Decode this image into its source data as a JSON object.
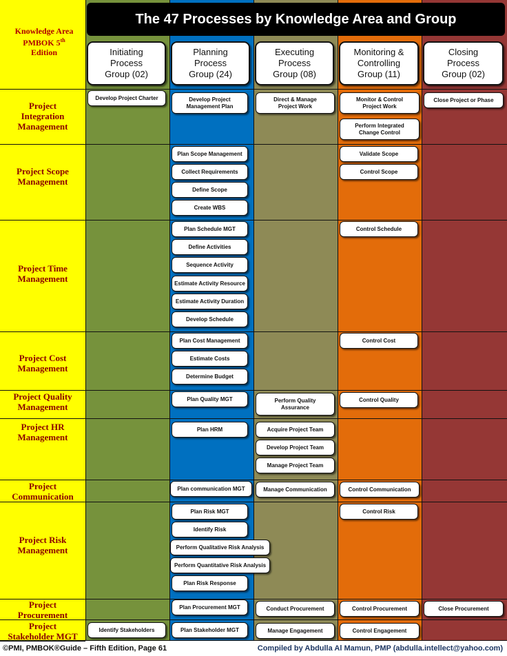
{
  "title": "The 47 Processes by Knowledge Area and Group",
  "corner": {
    "line1": "Knowledge Area",
    "line2": "PMBOK 5",
    "sup": "th",
    "line3": "Edition"
  },
  "colors": {
    "ka_bg": "#ffff00",
    "initiating": "#76923c",
    "planning": "#0070c0",
    "executing": "#8e8a56",
    "monitoring": "#e36c0a",
    "closing": "#953735"
  },
  "groups": [
    {
      "label": "Initiating\nProcess\nGroup (02)"
    },
    {
      "label": "Planning\nProcess\nGroup (24)"
    },
    {
      "label": "Executing\nProcess\nGroup (08)"
    },
    {
      "label": "Monitoring &\nControlling\nGroup (11)"
    },
    {
      "label": "Closing\nProcess\nGroup (02)"
    }
  ],
  "areas": [
    {
      "label": "Project\nIntegration\nManagement"
    },
    {
      "label": "Project Scope\nManagement"
    },
    {
      "label": "Project Time\nManagement"
    },
    {
      "label": "Project Cost\nManagement"
    },
    {
      "label": "Project Quality\nManagement"
    },
    {
      "label": "Project HR\nManagement"
    },
    {
      "label": "Project\nCommunication"
    },
    {
      "label": "Project Risk\nManagement"
    },
    {
      "label": "Project\nProcurement"
    },
    {
      "label": "Project\nStakeholder MGT"
    }
  ],
  "processes": [
    {
      "label": "Develop Project Charter",
      "group": "Initiating",
      "area": "Integration"
    },
    {
      "label": "Develop Project\nManagement Plan",
      "group": "Planning",
      "area": "Integration"
    },
    {
      "label": "Direct & Manage\nProject Work",
      "group": "Executing",
      "area": "Integration"
    },
    {
      "label": "Monitor & Control\nProject Work",
      "group": "Monitoring & Controlling",
      "area": "Integration"
    },
    {
      "label": "Perform Integrated\nChange Control",
      "group": "Monitoring & Controlling",
      "area": "Integration"
    },
    {
      "label": "Close Project or Phase",
      "group": "Closing",
      "area": "Integration"
    },
    {
      "label": "Plan Scope Management",
      "group": "Planning",
      "area": "Scope"
    },
    {
      "label": "Collect Requirements",
      "group": "Planning",
      "area": "Scope"
    },
    {
      "label": "Define Scope",
      "group": "Planning",
      "area": "Scope"
    },
    {
      "label": "Create WBS",
      "group": "Planning",
      "area": "Scope"
    },
    {
      "label": "Validate Scope",
      "group": "Monitoring & Controlling",
      "area": "Scope"
    },
    {
      "label": "Control Scope",
      "group": "Monitoring & Controlling",
      "area": "Scope"
    },
    {
      "label": "Plan Schedule MGT",
      "group": "Planning",
      "area": "Time"
    },
    {
      "label": "Define Activities",
      "group": "Planning",
      "area": "Time"
    },
    {
      "label": "Sequence Activity",
      "group": "Planning",
      "area": "Time"
    },
    {
      "label": "Estimate Activity Resource",
      "group": "Planning",
      "area": "Time"
    },
    {
      "label": "Estimate Activity Duration",
      "group": "Planning",
      "area": "Time"
    },
    {
      "label": "Develop Schedule",
      "group": "Planning",
      "area": "Time"
    },
    {
      "label": "Control Schedule",
      "group": "Monitoring & Controlling",
      "area": "Time"
    },
    {
      "label": "Plan Cost Management",
      "group": "Planning",
      "area": "Cost"
    },
    {
      "label": "Estimate Costs",
      "group": "Planning",
      "area": "Cost"
    },
    {
      "label": "Determine Budget",
      "group": "Planning",
      "area": "Cost"
    },
    {
      "label": "Control Cost",
      "group": "Monitoring & Controlling",
      "area": "Cost"
    },
    {
      "label": "Plan Quality MGT",
      "group": "Planning",
      "area": "Quality"
    },
    {
      "label": "Perform Quality\nAssurance",
      "group": "Executing",
      "area": "Quality"
    },
    {
      "label": "Control Quality",
      "group": "Monitoring & Controlling",
      "area": "Quality"
    },
    {
      "label": "Plan HRM",
      "group": "Planning",
      "area": "HR"
    },
    {
      "label": "Acquire Project Team",
      "group": "Executing",
      "area": "HR"
    },
    {
      "label": "Develop Project Team",
      "group": "Executing",
      "area": "HR"
    },
    {
      "label": "Manage Project Team",
      "group": "Executing",
      "area": "HR"
    },
    {
      "label": "Plan communication MGT",
      "group": "Planning",
      "area": "Communication"
    },
    {
      "label": "Manage Communication",
      "group": "Executing",
      "area": "Communication"
    },
    {
      "label": "Control Communication",
      "group": "Monitoring & Controlling",
      "area": "Communication"
    },
    {
      "label": "Plan Risk MGT",
      "group": "Planning",
      "area": "Risk"
    },
    {
      "label": "Identify Risk",
      "group": "Planning",
      "area": "Risk"
    },
    {
      "label": "Perform Qualitative Risk Analysis",
      "group": "Planning",
      "area": "Risk"
    },
    {
      "label": "Perform Quantitative Risk Analysis",
      "group": "Planning",
      "area": "Risk"
    },
    {
      "label": "Plan Risk Response",
      "group": "Planning",
      "area": "Risk"
    },
    {
      "label": "Control Risk",
      "group": "Monitoring & Controlling",
      "area": "Risk"
    },
    {
      "label": "Plan Procurement MGT",
      "group": "Planning",
      "area": "Procurement"
    },
    {
      "label": "Conduct Procurement",
      "group": "Executing",
      "area": "Procurement"
    },
    {
      "label": "Control Procurement",
      "group": "Monitoring & Controlling",
      "area": "Procurement"
    },
    {
      "label": "Close Procurement",
      "group": "Closing",
      "area": "Procurement"
    },
    {
      "label": "Identify Stakeholders",
      "group": "Initiating",
      "area": "Stakeholder"
    },
    {
      "label": "Plan Stakeholder MGT",
      "group": "Planning",
      "area": "Stakeholder"
    },
    {
      "label": "Manage Engagement",
      "group": "Executing",
      "area": "Stakeholder"
    },
    {
      "label": "Control Engagement",
      "group": "Monitoring & Controlling",
      "area": "Stakeholder"
    }
  ],
  "footer": {
    "left": "©PMI, PMBOK®Guide – Fifth Edition, Page 61",
    "right": "Compiled by Abdulla Al Mamun, PMP (abdulla.intellect@yahoo.com)"
  }
}
